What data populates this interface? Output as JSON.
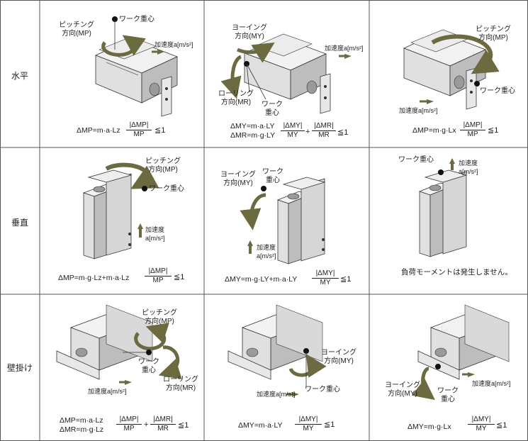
{
  "rows": [
    {
      "label": "水平"
    },
    {
      "label": "垂直"
    },
    {
      "label": "壁掛け"
    }
  ],
  "common": {
    "pitching": "ピッチング",
    "pitching_dir": "方向(MP)",
    "yawing": "ヨーイング",
    "yawing_dir": "方向(MY)",
    "rolling": "ローリング",
    "rolling_dir": "方向(MR)",
    "work_center": "ワーク重心",
    "work": "ワーク",
    "center": "重心",
    "accel": "加速度a[m/s²]",
    "accel_l1": "加速度",
    "accel_l2": "a[m/s²]",
    "le1": "≦1",
    "plus": "+"
  },
  "formulas": {
    "h1": "ΔMP=m·a·Lz",
    "h2a": "ΔMY=m·a·LY",
    "h2b": "ΔMR=m·g·LY",
    "h3": "ΔMP=m·g·Lx",
    "v1": "ΔMP=m·g·Lz+m·a·Lz",
    "v2": "ΔMY=m·g·LY+m·a·LY",
    "v3_note": "負荷モーメントは発生しません。",
    "w1a": "ΔMP=m·a·Lz",
    "w1b": "ΔMR=m·g·Lz",
    "w2": "ΔMY=m·a·LY",
    "w3": "ΔMY=m·g·Lx",
    "frac_mp_num": "|ΔMP|",
    "frac_mp_den": "MP",
    "frac_my_num": "|ΔMY|",
    "frac_my_den": "MY",
    "frac_mr_num": "|ΔMR|",
    "frac_mr_den": "MR"
  },
  "colors": {
    "arrow": "#6b6b3f",
    "body_light": "#f2f2f2",
    "body_mid": "#d9d9d9",
    "body_dark": "#b5b5b5",
    "line": "#333333",
    "grid": "#555555"
  }
}
